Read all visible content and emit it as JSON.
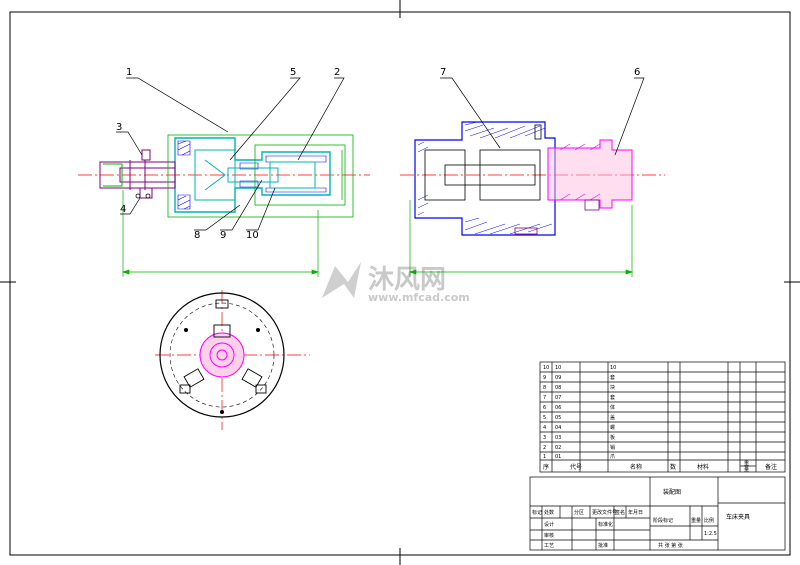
{
  "callouts": [
    "1",
    "5",
    "2",
    "3",
    "4",
    "8",
    "9",
    "10",
    "7",
    "6"
  ],
  "watermark": {
    "brand": "沐风网",
    "url": "www.mfcad.com"
  },
  "bom": {
    "rows": [
      {
        "no": "10",
        "code": "10",
        "name": "10"
      },
      {
        "no": "9",
        "code": "09",
        "name": "套"
      },
      {
        "no": "8",
        "code": "08",
        "name": "块"
      },
      {
        "no": "7",
        "code": "07",
        "name": "套"
      },
      {
        "no": "6",
        "code": "06",
        "name": "体"
      },
      {
        "no": "5",
        "code": "05",
        "name": "盖"
      },
      {
        "no": "4",
        "code": "04",
        "name": "螺"
      },
      {
        "no": "3",
        "code": "03",
        "name": "板"
      },
      {
        "no": "2",
        "code": "02",
        "name": "销"
      },
      {
        "no": "1",
        "code": "01",
        "name": "爪"
      }
    ],
    "header": {
      "no": "序",
      "code": "代号",
      "name": "名称",
      "qty": "数",
      "material": "材料",
      "weight": "重",
      "weight_sub": "量",
      "note": "备注"
    }
  },
  "title_block": {
    "drawing_name": "装配图",
    "product": "车床夹具",
    "row1": [
      "标记",
      "处数",
      "分区",
      "更改文件号",
      "签名",
      "年月日"
    ],
    "row2": [
      "设计",
      "标准化"
    ],
    "row3": [
      "审核"
    ],
    "row4": [
      "工艺",
      "批准"
    ],
    "stage_label": "阶段标记",
    "weight_label": "重量",
    "scale_label": "比例",
    "scale": "1:2.5",
    "sheets": "共 张 第 张"
  },
  "colors": {
    "part": "#00b4b4",
    "section": "#0000ff",
    "center": "#ff0000",
    "dim": "#00b400",
    "purple": "#800080",
    "magenta": "#ff00ff",
    "pink": "#ff70c0"
  }
}
